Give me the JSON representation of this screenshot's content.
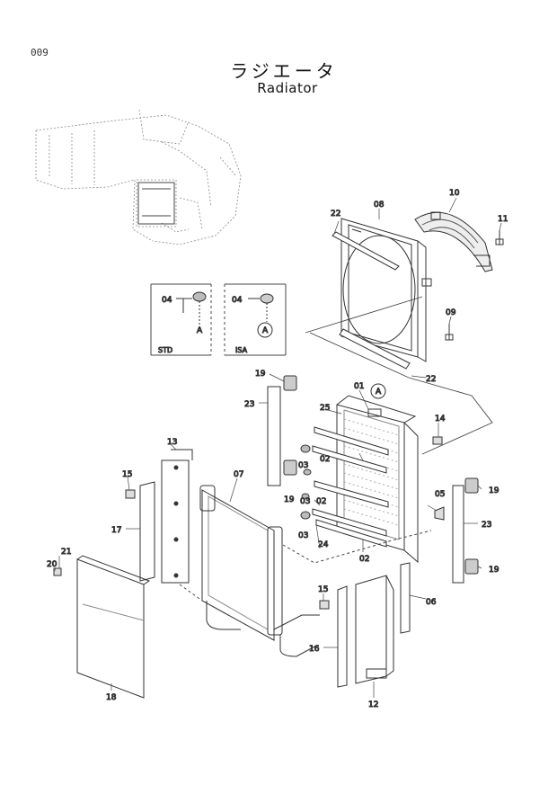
{
  "page_number": "009",
  "title_jp": "ラジエータ",
  "title_en": "Radiator",
  "variants": {
    "std": "STD",
    "isa": "ISA",
    "detail_mark": "A"
  },
  "labels": {
    "p01": "01",
    "p02a": "02",
    "p02b": "02",
    "p02c": "02",
    "p03a": "03",
    "p03b": "03",
    "p03c": "03",
    "p04a": "04",
    "p04b": "04",
    "p05": "05",
    "p06": "06",
    "p07": "07",
    "p08": "08",
    "p09": "09",
    "p10": "10",
    "p11": "11",
    "p12": "12",
    "p13": "13",
    "p14": "14",
    "p15a": "15",
    "p15b": "15",
    "p16": "16",
    "p17": "17",
    "p18": "18",
    "p19a": "19",
    "p19b": "19",
    "p19c": "19",
    "p19d": "19",
    "p20": "20",
    "p21": "21",
    "p22a": "22",
    "p22b": "22",
    "p23a": "23",
    "p23b": "23",
    "p24": "24",
    "p25": "25"
  }
}
